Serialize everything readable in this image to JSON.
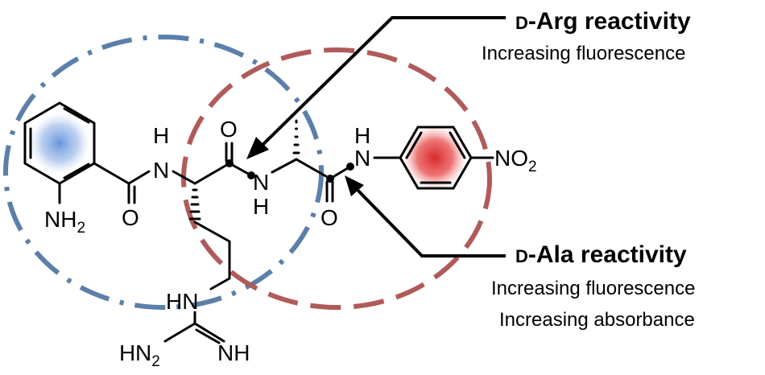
{
  "atoms": {
    "nh_left_n": "N",
    "nh_left_h": "H",
    "o_top": "O",
    "nh_mid_n": "N",
    "nh_mid_h": "H",
    "nh_right_h": "H",
    "nh_right_n": "N",
    "o_bottom_left": "O",
    "o_bottom_right": "O",
    "no2_no": "NO",
    "no2_sub": "2",
    "nh2_nh": "NH",
    "nh2_sub": "2",
    "guan_hn": "HN",
    "guan_h": "H",
    "guan_n2": "N",
    "guan_nh_sub": "2",
    "guan_nh": "NH"
  },
  "annotations": {
    "arg": {
      "prefix": "D",
      "title": "-Arg reactivity",
      "lines": [
        "Increasing fluorescence"
      ]
    },
    "ala": {
      "prefix": "D",
      "title": "-Ala reactivity",
      "lines": [
        "Increasing fluorescence",
        "Increasing absorbance"
      ]
    }
  },
  "colors": {
    "blue_ring": "#5b7fa8",
    "red_ring": "#b05a5a",
    "blue_glow": "#6d95d6",
    "red_glow": "#e03838"
  }
}
